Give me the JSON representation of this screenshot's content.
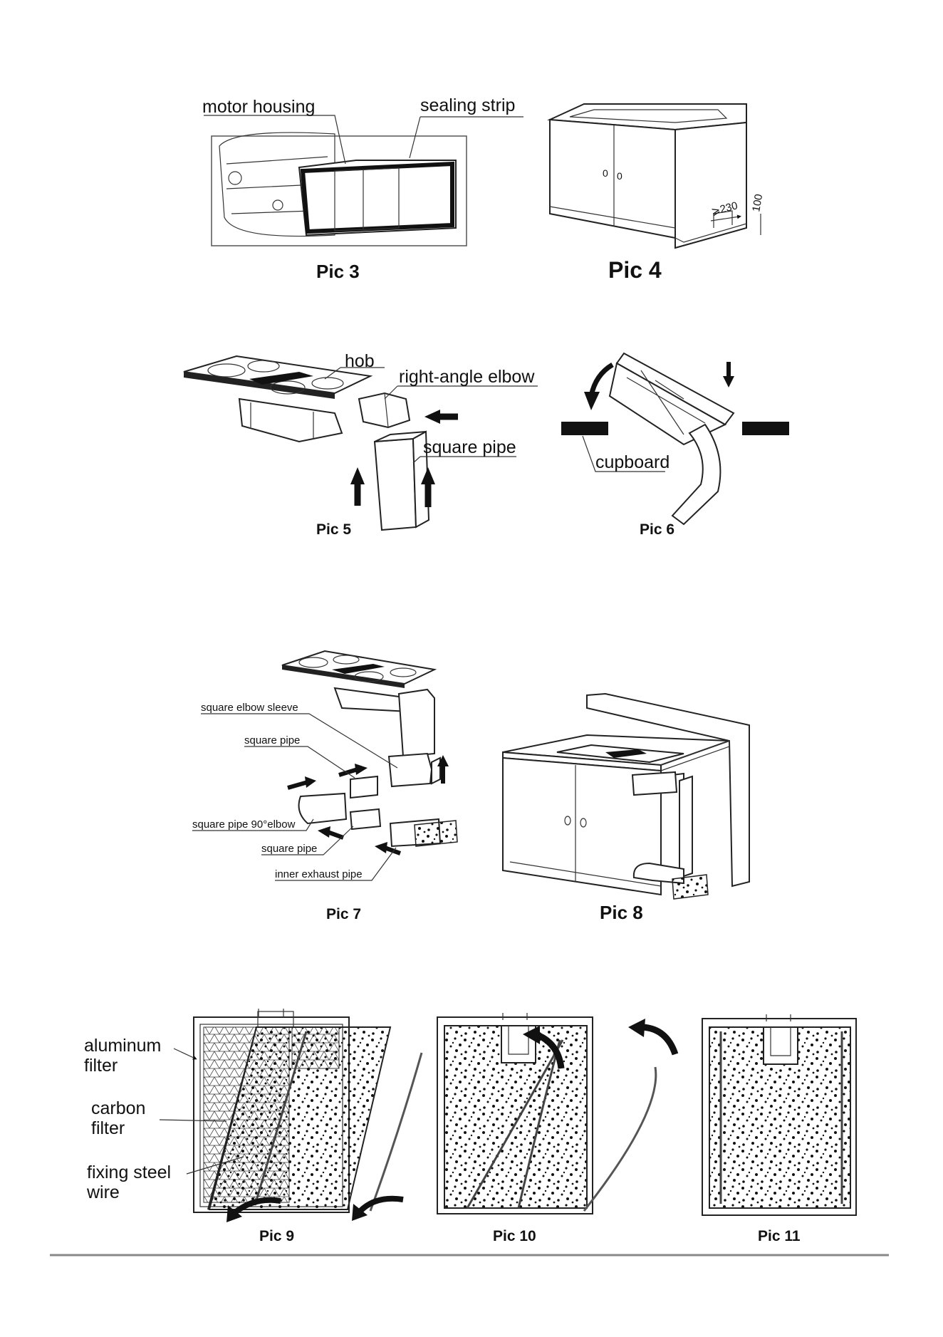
{
  "figures": {
    "pic3": {
      "caption": "Pic 3",
      "labels": {
        "motor_housing": "motor  housing",
        "sealing_strip": "sealing strip"
      }
    },
    "pic4": {
      "caption": "Pic 4",
      "dims": {
        "width": "⩾230",
        "height": "100"
      }
    },
    "pic5": {
      "caption": "Pic 5",
      "labels": {
        "hob": "hob",
        "elbow": "right-angle elbow",
        "square_pipe": "square pipe"
      }
    },
    "pic6": {
      "caption": "Pic 6",
      "labels": {
        "cupboard": "cupboard"
      }
    },
    "pic7": {
      "caption": "Pic 7",
      "labels": {
        "sleeve": "square elbow sleeve",
        "square_pipe_a": "square pipe",
        "elbow90": "square pipe 90°elbow",
        "square_pipe_b": "square pipe",
        "inner_exhaust": "inner exhaust pipe"
      }
    },
    "pic8": {
      "caption": "Pic 8"
    },
    "pic9": {
      "caption": "Pic 9",
      "labels": {
        "aluminum_1": "aluminum",
        "aluminum_2": "filter",
        "carbon_1": "carbon",
        "carbon_2": "filter",
        "wire_1": "fixing steel",
        "wire_2": "wire"
      }
    },
    "pic10": {
      "caption": "Pic 10"
    },
    "pic11": {
      "caption": "Pic 11"
    }
  },
  "icons": [
    "arrow-icon",
    "curved-arrow-icon"
  ]
}
